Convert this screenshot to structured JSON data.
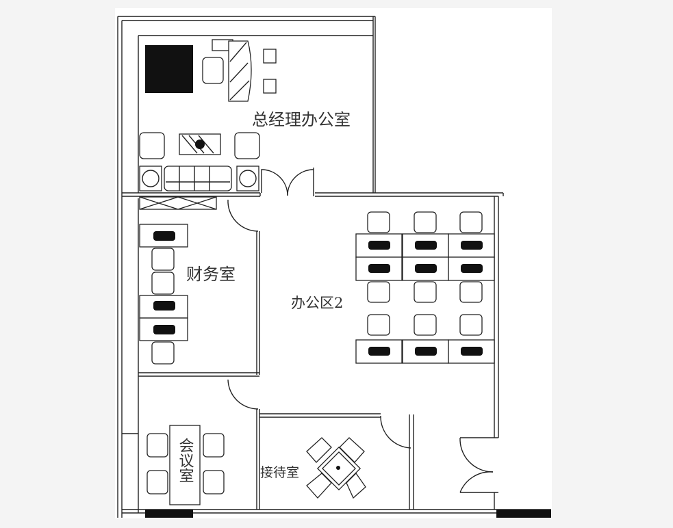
{
  "rooms": {
    "gm_office": "总经理办公室",
    "finance": "财务室",
    "office_area": "办公区2",
    "meeting": "会议室",
    "reception": "接待室"
  },
  "colors": {
    "background": "#f4f4f4",
    "plan": "#ffffff",
    "lines": "#222222"
  }
}
